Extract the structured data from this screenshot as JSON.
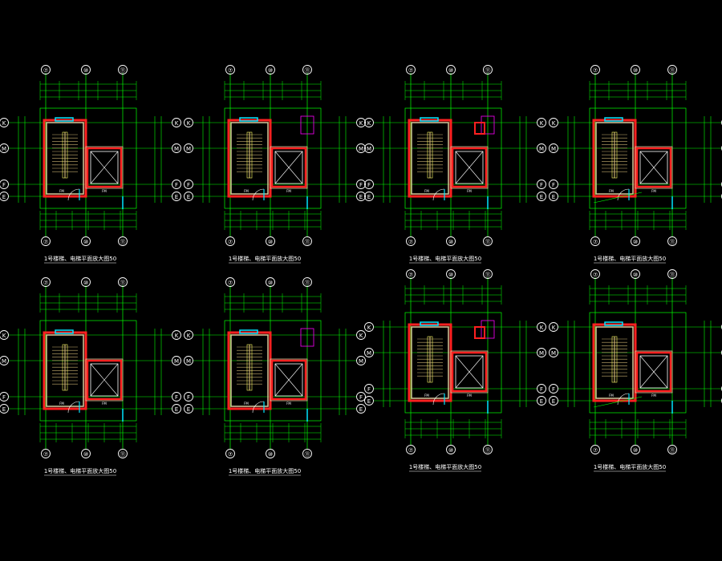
{
  "colors": {
    "background": "#000000",
    "grid_line": "#00ff00",
    "wall": "#ff2020",
    "wall_fill": "#d9c79a",
    "stair": "#c8b070",
    "white": "#ffffff",
    "cyan": "#00e5ff",
    "magenta": "#ff00ff",
    "yellow": "#ffff66",
    "title": "#ffffff"
  },
  "drawings": [
    {
      "id": "plan-1",
      "title": "1号楼梯、电梯平面放大图50",
      "axes_top": [
        "⑦",
        "⑩",
        "⑪"
      ],
      "axes_side": [
        "K",
        "M",
        "F",
        "E"
      ]
    },
    {
      "id": "plan-2",
      "title": "1号楼梯、电梯平面放大图50",
      "axes_top": [
        "⑦",
        "⑩",
        "⑪"
      ],
      "axes_side": [
        "K",
        "M",
        "F",
        "E"
      ]
    },
    {
      "id": "plan-3",
      "title": "1号楼梯、电梯平面放大图50",
      "axes_top": [
        "⑦",
        "⑩",
        "⑪"
      ],
      "axes_side": [
        "K",
        "M",
        "F",
        "E"
      ]
    },
    {
      "id": "plan-4",
      "title": "1号楼梯、电梯平面放大图50",
      "axes_top": [
        "⑦",
        "⑩",
        "⑪"
      ],
      "axes_side": [
        "K",
        "M",
        "F",
        "E"
      ]
    },
    {
      "id": "plan-5",
      "title": "1号楼梯、电梯平面放大图50",
      "axes_top": [
        "⑦",
        "⑩",
        "⑪"
      ],
      "axes_side": [
        "K",
        "M",
        "F",
        "E"
      ]
    },
    {
      "id": "plan-6",
      "title": "1号楼梯、电梯平面放大图50",
      "axes_top": [
        "⑦",
        "⑩",
        "⑪"
      ],
      "axes_side": [
        "K",
        "M",
        "F",
        "E"
      ]
    },
    {
      "id": "plan-7",
      "title": "1号楼梯、电梯平面放大图50",
      "axes_top": [
        "⑦",
        "⑩",
        "⑪"
      ],
      "axes_side": [
        "K",
        "M",
        "F",
        "E"
      ]
    },
    {
      "id": "plan-8",
      "title": "1号楼梯、电梯平面放大图50",
      "axes_top": [
        "⑦",
        "⑩",
        "⑪"
      ],
      "axes_side": [
        "K",
        "M",
        "F",
        "E"
      ]
    }
  ]
}
